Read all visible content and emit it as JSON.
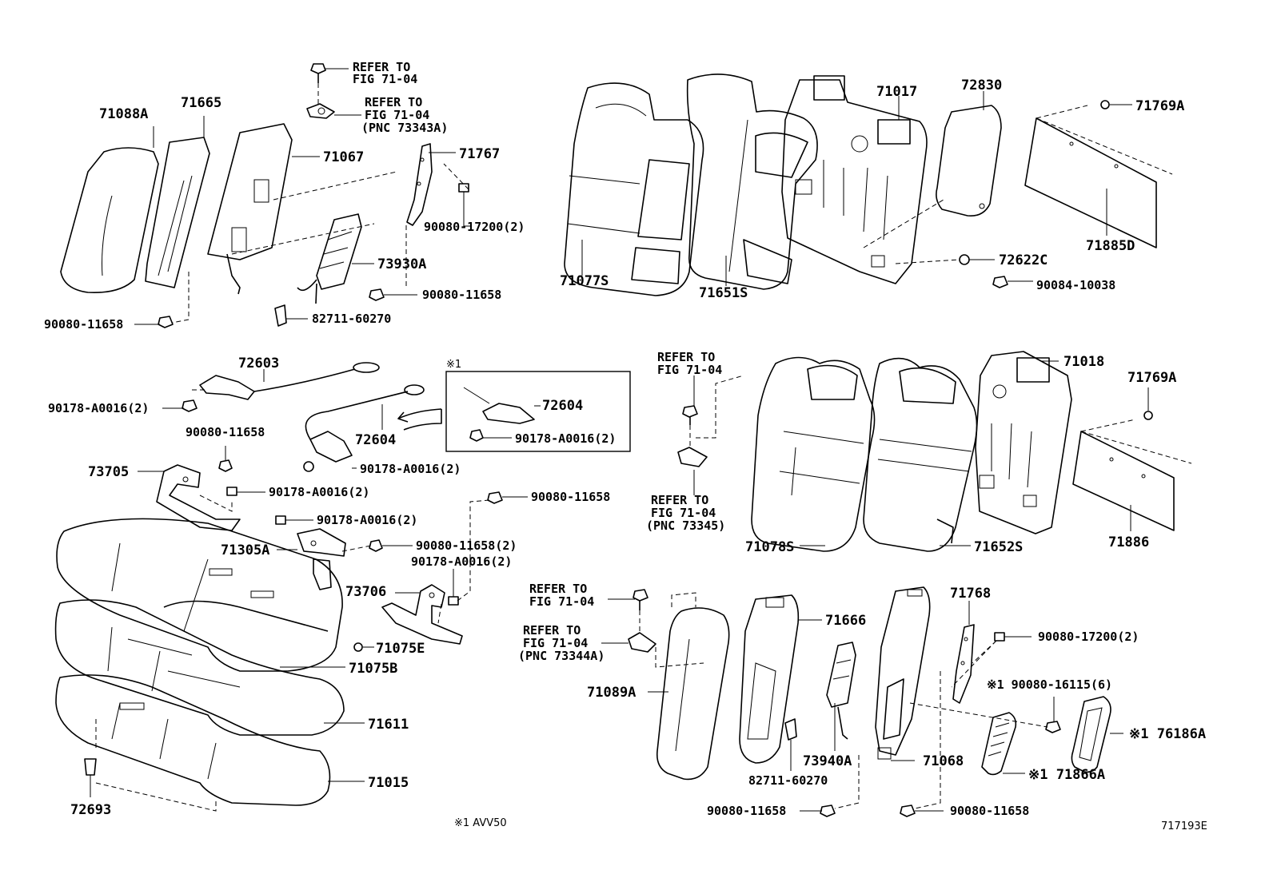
{
  "diagram": {
    "footnote": "※1 AVV50",
    "figure_code": "717193E",
    "inset_marker": "※1",
    "labels": {
      "71088A": "71088A",
      "71665": "71665",
      "71067": "71067",
      "71767": "71767",
      "73930A": "73930A",
      "refer_to_a": "REFER TO",
      "fig_a": "FIG 71-04",
      "refer_to_b": "REFER TO",
      "fig_b": "FIG 71-04",
      "pnc_b": "(PNC 73343A)",
      "b17200_top": "90080-17200(2)",
      "b11658_top_mid": "90080-11658",
      "b11658_top_left": "90080-11658",
      "c82711_top": "82711-60270",
      "71077S": "71077S",
      "71651S": "71651S",
      "71017": "71017",
      "72830": "72830",
      "71769A_top": "71769A",
      "71885D": "71885D",
      "72622C": "72622C",
      "b10038": "90084-10038",
      "72603": "72603",
      "c90178_a": "90178-A0016(2)",
      "72604_main": "72604",
      "c90178_b": "90178-A0016(2)",
      "72604_inset": "72604",
      "c90178_inset": "90178-A0016(2)",
      "b11658_mid": "90080-11658",
      "73705": "73705",
      "c90178_c": "90178-A0016(2)",
      "c90178_d": "90178-A0016(2)",
      "b11658_2": "90080-11658(2)",
      "71305A": "71305A",
      "c90178_e": "90178-A0016(2)",
      "73706": "73706",
      "b11658_right_mid": "90080-11658",
      "71075E": "71075E",
      "71075B": "71075B",
      "71611": "71611",
      "71015": "71015",
      "72693": "72693",
      "refer_to_c": "REFER TO",
      "fig_c": "FIG 71-04",
      "refer_to_d": "REFER TO",
      "fig_d": "FIG 71-04",
      "pnc_d": "(PNC 73345)",
      "71078S": "71078S",
      "71652S": "71652S",
      "71018": "71018",
      "71769A_mid": "71769A",
      "71886": "71886",
      "refer_to_e": "REFER TO",
      "fig_e": "FIG 71-04",
      "refer_to_f": "REFER TO",
      "fig_f": "FIG 71-04",
      "pnc_f": "(PNC 73344A)",
      "71089A": "71089A",
      "71666": "71666",
      "71768": "71768",
      "b17200_bottom": "90080-17200(2)",
      "b16115": "※1 90080-16115(6)",
      "76186A": "※1 76186A",
      "71866A": "※1 71866A",
      "73940A": "73940A",
      "71068": "71068",
      "c82711_bottom": "82711-60270",
      "b11658_bottom_a": "90080-11658",
      "b11658_bottom_b": "90080-11658"
    }
  }
}
